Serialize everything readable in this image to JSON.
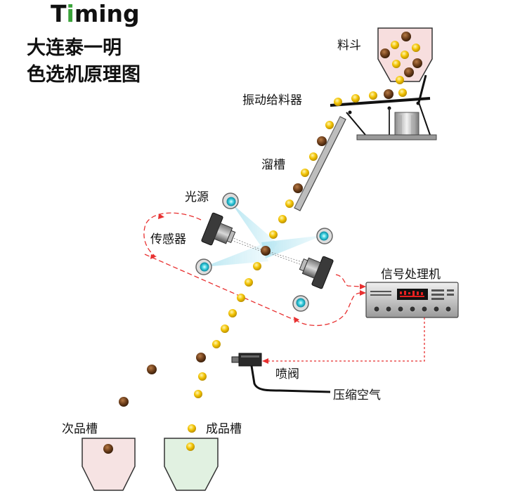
{
  "header": {
    "brand_text": "Timing",
    "title_line1": "大连泰一明",
    "title_line2": "色选机原理图"
  },
  "labels": {
    "hopper": "料斗",
    "vibrator": "振动给料器",
    "chute": "溜槽",
    "light_source": "光源",
    "sensor": "传感器",
    "signal_processor": "信号处理机",
    "ejector": "喷阀",
    "compressed_air": "压缩空气",
    "reject_bin": "次品槽",
    "accept_bin": "成品槽"
  },
  "colors": {
    "good_grain": "#f2c200",
    "bad_grain": "#6b3d1a",
    "signal_line": "#e83030",
    "light_beam": "#8fd8ea",
    "brand_accent": "#3aa33a"
  }
}
